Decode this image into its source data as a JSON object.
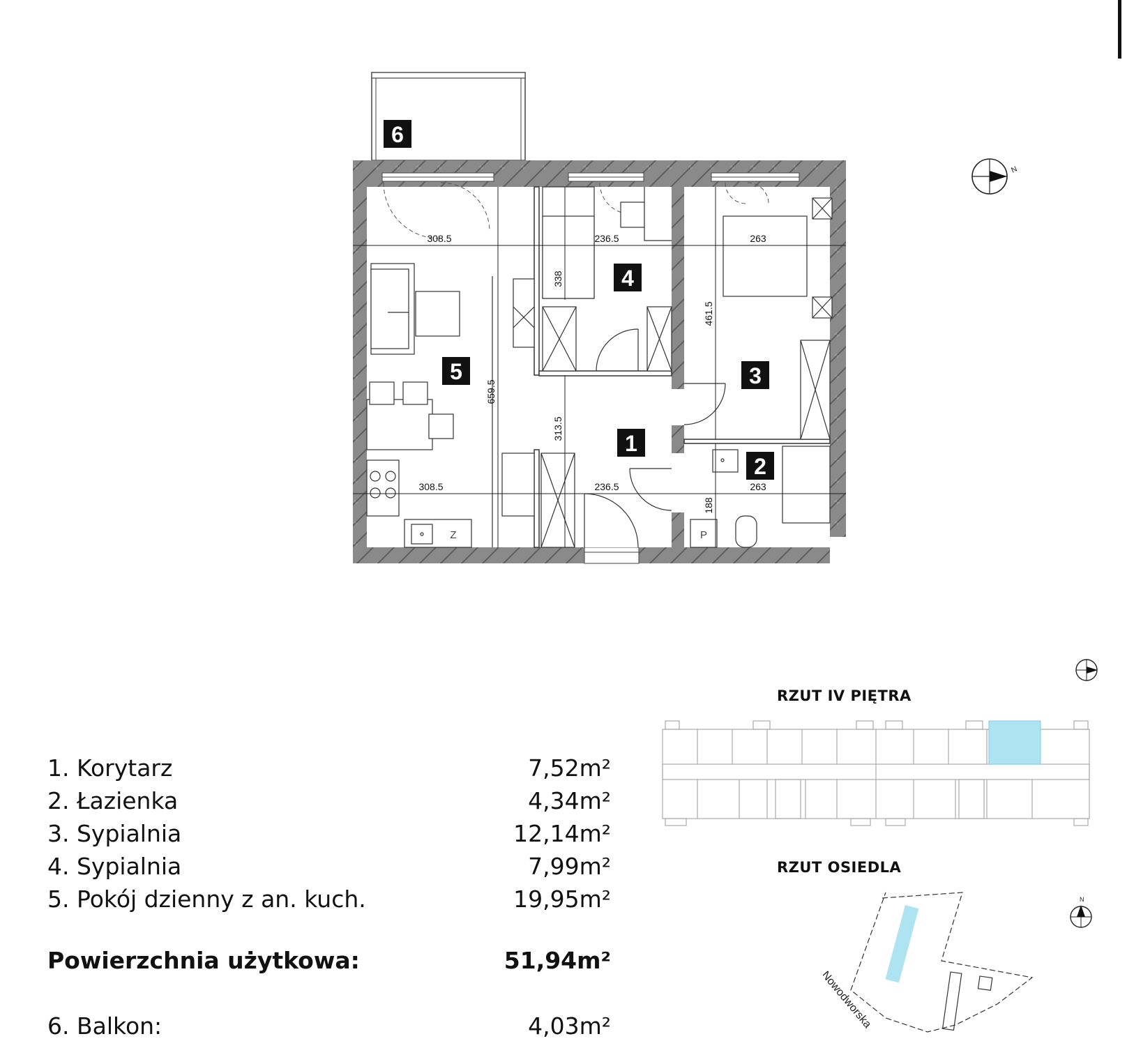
{
  "plan": {
    "room_tags": [
      "1",
      "2",
      "3",
      "4",
      "5",
      "6"
    ],
    "dims": {
      "living_width_top": "308.5",
      "room4_width": "236.5",
      "room3_width": "263",
      "room4_height": "338",
      "room3_height": "461.5",
      "living_height": "659.5",
      "hall_height": "313.5",
      "living_width_bottom": "308.5",
      "hall_width": "236.5",
      "bath_width": "263",
      "bath_height": "188"
    },
    "fixture_labels": {
      "fridge": "Z",
      "washer": "P"
    },
    "compass_letter": "N"
  },
  "rooms": [
    {
      "label": "1. Korytarz",
      "area": "7,52m²"
    },
    {
      "label": "2. Łazienka",
      "area": "4,34m²"
    },
    {
      "label": "3. Sypialnia",
      "area": "12,14m²"
    },
    {
      "label": "4. Sypialnia",
      "area": "7,99m²"
    },
    {
      "label": "5. Pokój dzienny z an. kuch.",
      "area": "19,95m²"
    }
  ],
  "total": {
    "label": "Powierzchnia użytkowa:",
    "area": "51,94m²"
  },
  "balcony": {
    "label": "6. Balkon:",
    "area": "4,03m²"
  },
  "floor_plan_title": "RZUT IV PIĘTRA",
  "estate_plan_title": "RZUT OSIEDLA",
  "street_label": "ul. Nowodworska",
  "colors": {
    "highlight": "#aee3f2",
    "wall": "#7a7a7a",
    "tag_bg": "#111111"
  }
}
